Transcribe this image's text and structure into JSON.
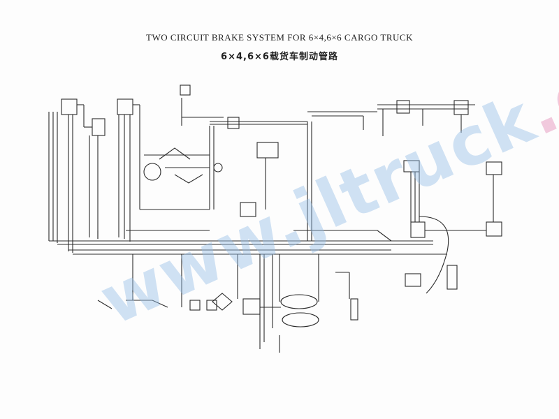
{
  "title": {
    "english": "TWO CIRCUIT BRAKE SYSTEM FOR 6×4,6×6  CARGO TRUCK",
    "chinese": "6×4,6×6载货车制动管路"
  },
  "watermark": {
    "text_main": "www.jltruck",
    "text_dot": ".com"
  },
  "colors": {
    "line": "#2a2a2a",
    "watermark_blue": "#a6c8ea",
    "watermark_pink": "#e8a8c8"
  }
}
